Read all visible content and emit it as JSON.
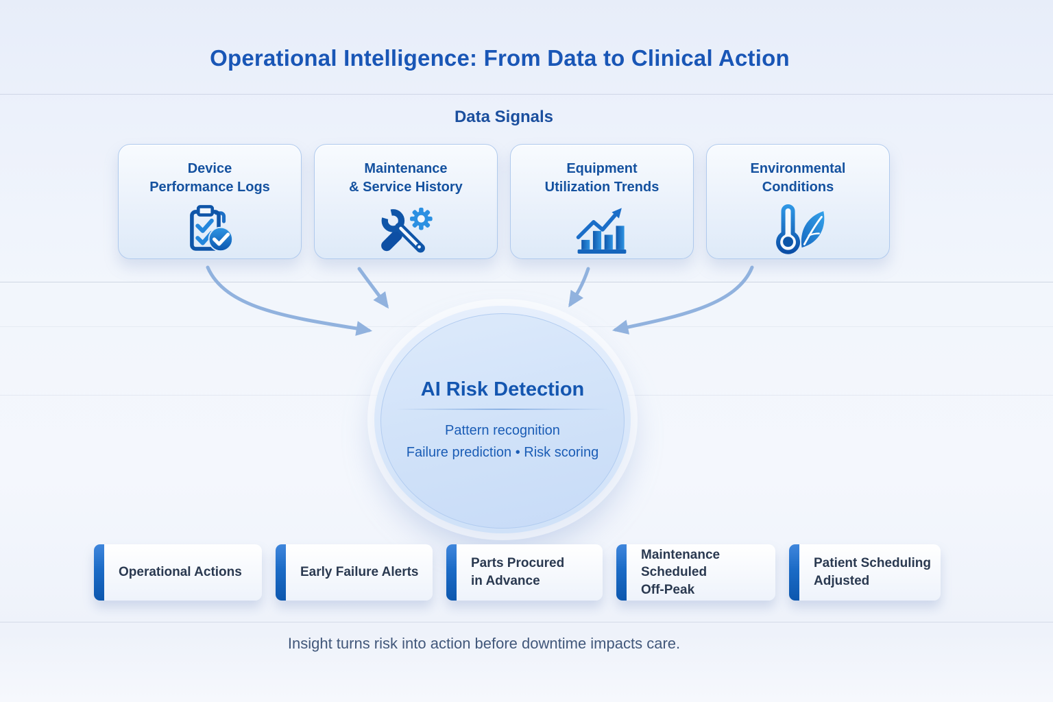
{
  "title": "Operational Intelligence: From Data to Clinical Action",
  "signals": {
    "heading": "Data Signals",
    "cards": [
      {
        "line1": "Device",
        "line2": "Performance Logs",
        "icon": "clipboard-checklist-icon"
      },
      {
        "line1": "Maintenance",
        "line2": "& Service History",
        "icon": "wrench-gear-icon"
      },
      {
        "line1": "Equipment",
        "line2": "Utilization Trends",
        "icon": "bar-chart-growth-icon"
      },
      {
        "line1": "Environmental",
        "line2": "Conditions",
        "icon": "thermometer-leaf-icon"
      }
    ]
  },
  "core": {
    "title": "AI Risk Detection",
    "line1": "Pattern recognition",
    "line2": "Failure prediction • Risk scoring"
  },
  "actions": {
    "cards": [
      {
        "line1": "Operational Actions",
        "line2": ""
      },
      {
        "line1": "Early Failure Alerts",
        "line2": ""
      },
      {
        "line1": "Parts Procured",
        "line2": "in Advance"
      },
      {
        "line1": "Maintenance Scheduled",
        "line2": "Off-Peak"
      },
      {
        "line1": "Patient Scheduling",
        "line2": "Adjusted"
      }
    ]
  },
  "footer": {
    "text": "Insight turns risk into action before downtime impacts care."
  },
  "colors": {
    "heading_blue": "#1956b6",
    "card_text_blue": "#14519f",
    "circle_text_blue": "#1456b0",
    "action_text": "#2a3950",
    "arrow_blue": "#8cafdd",
    "accent_bar_top": "#3f86dc",
    "accent_bar_bottom": "#0c57ae",
    "footer_text": "#41577a"
  }
}
